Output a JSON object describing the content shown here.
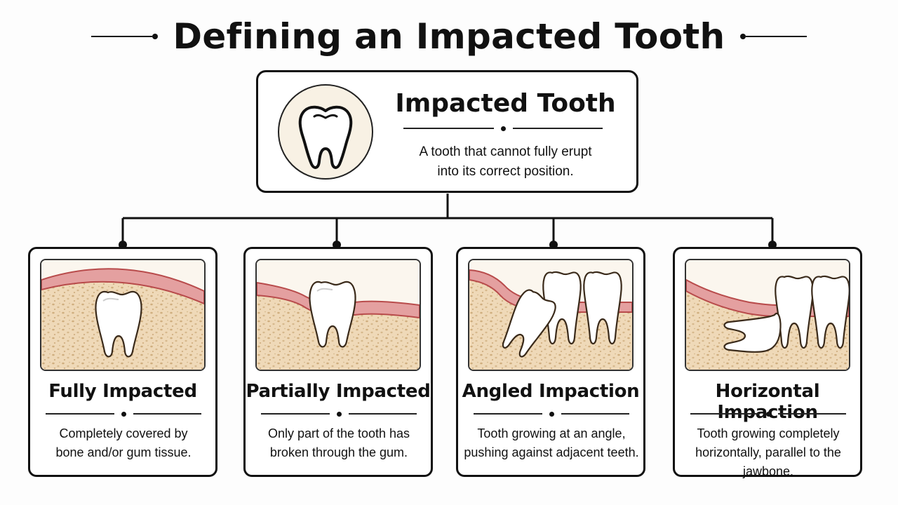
{
  "header": {
    "title": "Defining an Impacted Tooth"
  },
  "hero": {
    "title": "Impacted Tooth",
    "description_line1": "A tooth that cannot fully erupt",
    "description_line2": "into its correct position.",
    "icon": "tooth-icon"
  },
  "colors": {
    "ink": "#111111",
    "gum": "#e4a0a0",
    "gum_dark": "#b84b4b",
    "bone": "#efd9b8",
    "bone_pore": "#cfae7e",
    "tooth": "#ffffff",
    "hero_circle": "#f8f1e4"
  },
  "types": [
    {
      "title": "Fully Impacted",
      "line1": "Completely covered by",
      "line2": "bone and/or gum tissue.",
      "icon": "fully-impacted-tooth-illustration"
    },
    {
      "title": "Partially Impacted",
      "line1": "Only part of the tooth has",
      "line2": "broken through the gum.",
      "icon": "partially-impacted-tooth-illustration"
    },
    {
      "title": "Angled Impaction",
      "line1": "Tooth growing at an angle,",
      "line2": "pushing against adjacent teeth.",
      "icon": "angled-impaction-illustration"
    },
    {
      "title": "Horizontal Impaction",
      "line1": "Tooth growing completely",
      "line2": "horizontally, parallel to the jawbone.",
      "icon": "horizontal-impaction-illustration"
    }
  ]
}
